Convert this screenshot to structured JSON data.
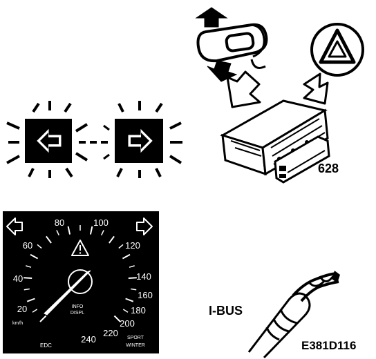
{
  "figure": {
    "part_number": "628",
    "bus_label": "I-BUS",
    "figure_code": "E381D116"
  },
  "speedometer": {
    "unit": "km/h",
    "scale": [
      "20",
      "40",
      "60",
      "80",
      "100",
      "120",
      "140",
      "160",
      "180",
      "200",
      "220",
      "240"
    ],
    "info_label_1": "INFO",
    "info_label_2": "DISPL",
    "mode_label_1": "SPORT",
    "mode_label_2": "WINTER",
    "bottom_left_label": "EDC"
  },
  "colors": {
    "ink": "#000000",
    "paper": "#ffffff",
    "dial": "#000000"
  },
  "icons": {
    "turn_left": "left-arrow-icon",
    "turn_right": "right-arrow-icon",
    "hazard": "hazard-triangle-icon",
    "warning": "warning-triangle-icon"
  }
}
